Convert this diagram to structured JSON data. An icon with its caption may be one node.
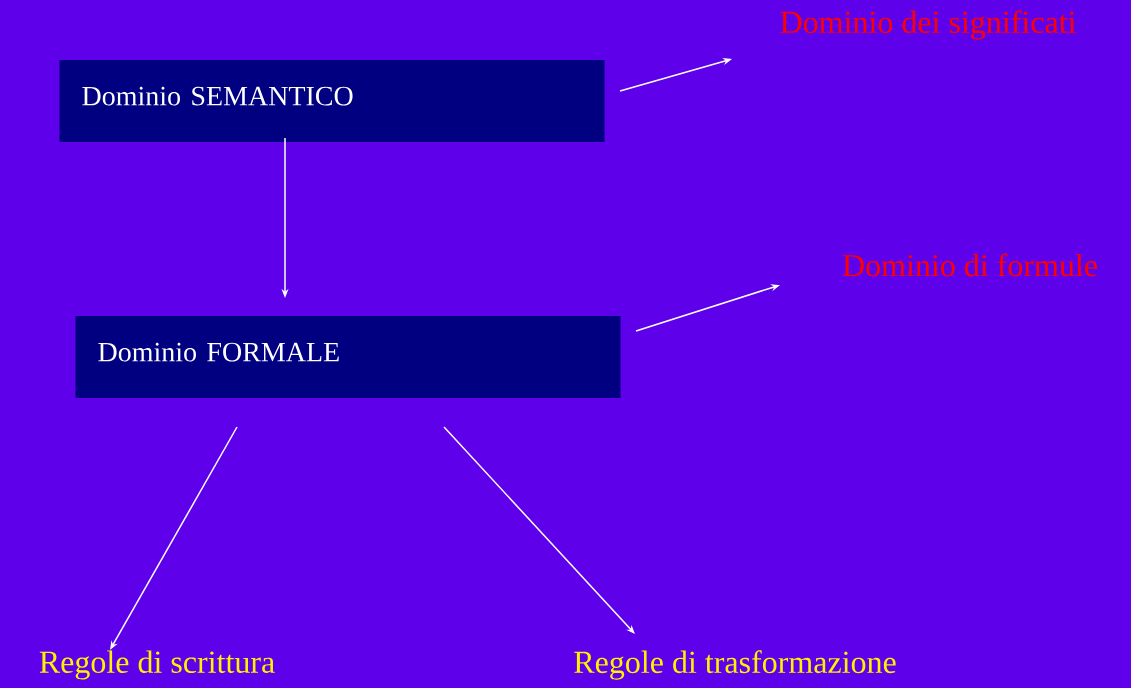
{
  "diagram": {
    "nodes": [
      {
        "text": [
          "Dominio SEMANTICO"
        ]
      },
      {
        "text": [
          "Dominio dei significati"
        ]
      },
      {
        "text": [
          "Dominio FORMALE"
        ]
      },
      {
        "text": [
          "Dominio di formule"
        ]
      },
      {
        "text": [
          "Regole di scrittura"
        ]
      },
      {
        "text": [
          "Regole di trasformazione"
        ]
      }
    ],
    "edges": [
      {
        "from": 0,
        "to": 1,
        "arrow": "to"
      },
      {
        "from": 0,
        "to": 2,
        "arrow": "to"
      },
      {
        "from": 2,
        "to": 3,
        "arrow": "to"
      },
      {
        "from": 2,
        "to": 4,
        "arrow": "to"
      },
      {
        "from": 2,
        "to": 5,
        "arrow": "to"
      }
    ]
  }
}
